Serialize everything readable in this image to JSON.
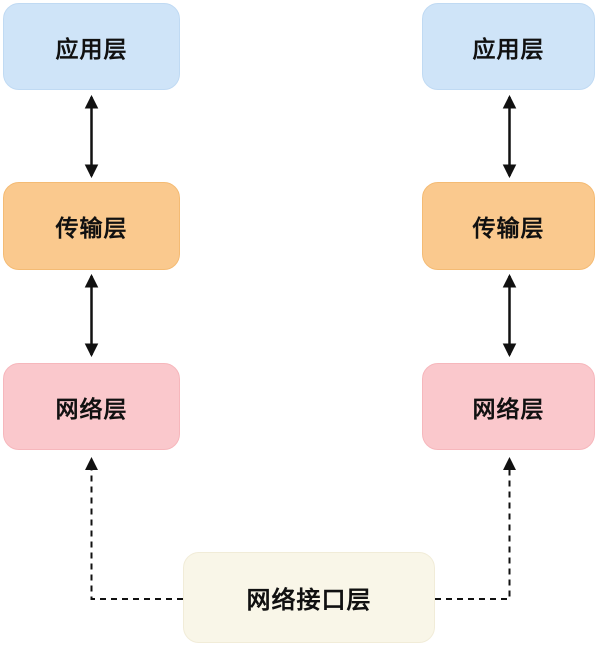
{
  "diagram": {
    "stacks": [
      {
        "side": "left",
        "layers": [
          {
            "id": "application",
            "label": "应用层"
          },
          {
            "id": "transport",
            "label": "传输层"
          },
          {
            "id": "network",
            "label": "网络层"
          }
        ]
      },
      {
        "side": "right",
        "layers": [
          {
            "id": "application",
            "label": "应用层"
          },
          {
            "id": "transport",
            "label": "传输层"
          },
          {
            "id": "network",
            "label": "网络层"
          }
        ]
      }
    ],
    "shared_layer": {
      "id": "interface",
      "label": "网络接口层"
    },
    "connections": {
      "solid_double_arrows": [
        "left: 应用层 ↕ 传输层",
        "left: 传输层 ↕ 网络层",
        "right: 应用层 ↕ 传输层",
        "right: 传输层 ↕ 网络层"
      ],
      "dashed_arrows": [
        "网络接口层 → left 网络层",
        "网络接口层 → right 网络层"
      ]
    },
    "colors": {
      "application_fill": "#cfe4f8",
      "transport_fill": "#fac98e",
      "network_fill": "#fac8cc",
      "interface_fill": "#f9f6e8",
      "arrow_stroke": "#111111",
      "text": "#111111",
      "background": "#ffffff"
    }
  }
}
